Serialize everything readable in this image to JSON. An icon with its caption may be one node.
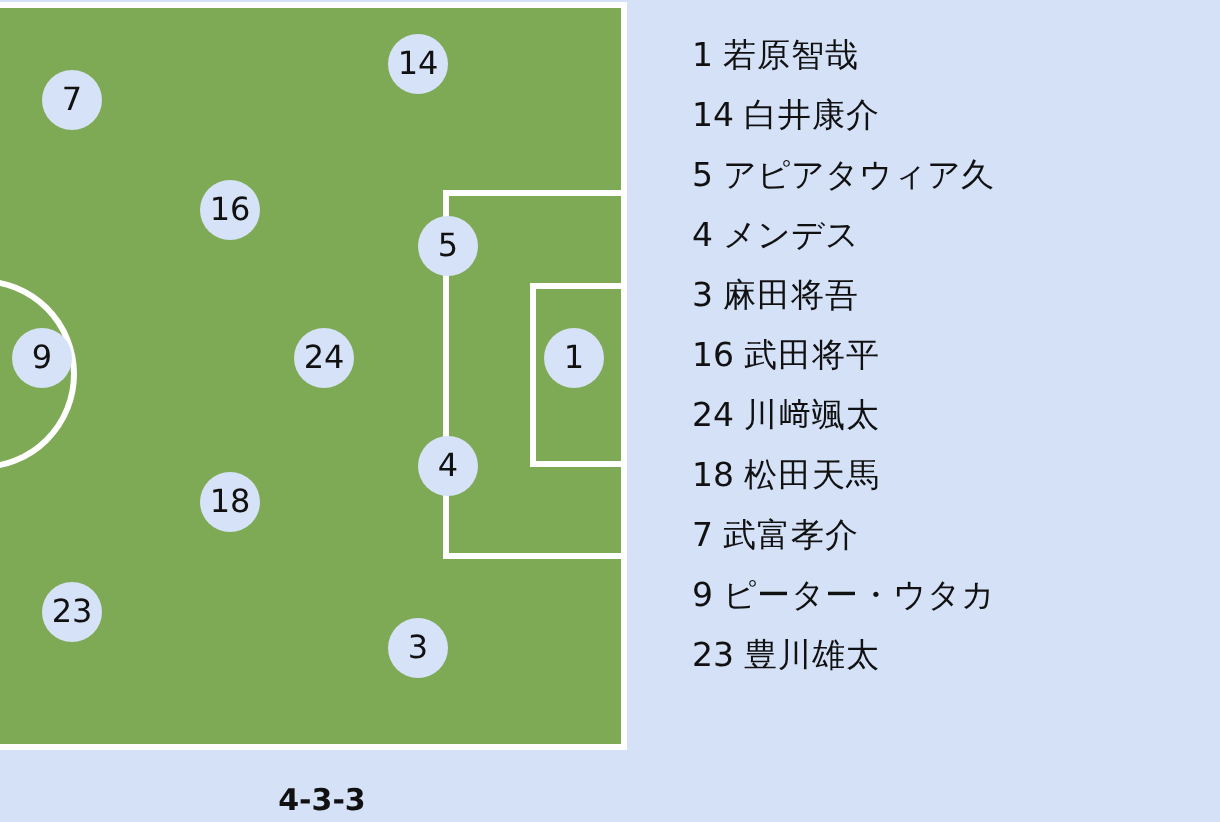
{
  "diagram": {
    "caption": "4-3-3",
    "nodes": [
      {
        "text": [
          "14"
        ]
      },
      {
        "text": [
          "7"
        ]
      },
      {
        "text": [
          "16"
        ]
      },
      {
        "text": [
          "5"
        ]
      },
      {
        "text": [
          "9"
        ]
      },
      {
        "text": [
          "24"
        ]
      },
      {
        "text": [
          "1"
        ]
      },
      {
        "text": [
          "4"
        ]
      },
      {
        "text": [
          "18"
        ]
      },
      {
        "text": [
          "23"
        ]
      },
      {
        "text": [
          "3"
        ]
      }
    ],
    "labels": [
      "1 若原智哉",
      "14 白井康介",
      "5 アピアタウィア久",
      "4 メンデス",
      "3 麻田将吾",
      "16 武田将平",
      "24 川﨑颯太",
      "18 松田天馬",
      "7 武富孝介",
      "9 ピーター・ウタカ",
      "23 豊川雄太"
    ]
  }
}
